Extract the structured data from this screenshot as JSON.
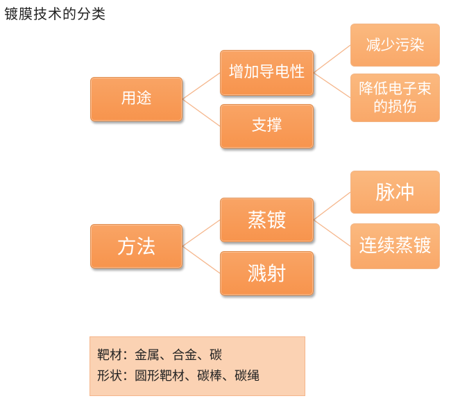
{
  "title": "镀膜技术的分类",
  "groups": {
    "usage": {
      "root": "用途",
      "branch1": "增加导电性",
      "branch2": "支撑",
      "leaf1": "减少污染",
      "leaf2_line1": "降低电子束",
      "leaf2_line2": "的损伤"
    },
    "method": {
      "root": "方法",
      "branch1": "蒸镀",
      "branch2": "溅射",
      "leaf1": "脉冲",
      "leaf2": "连续蒸镀"
    }
  },
  "note": {
    "line1": "靶材：金属、合金、碳",
    "line2": "形状：圆形靶材、碳棒、碳绳"
  },
  "colors": {
    "node": "#f7944d",
    "leaf": "#f9a869",
    "connector": "#f5b58a",
    "note_bg": "#fbd2b3"
  }
}
